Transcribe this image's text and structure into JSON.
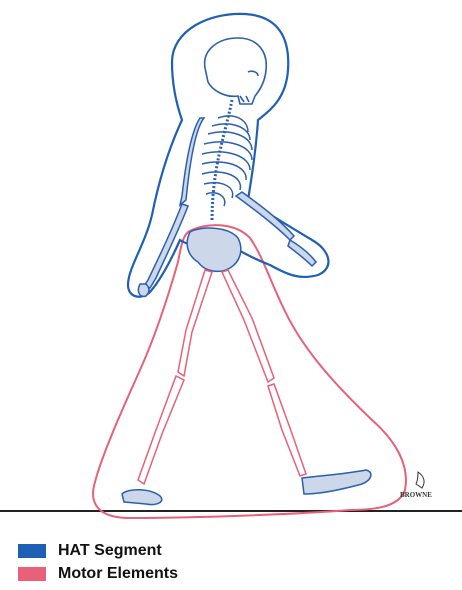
{
  "legend": {
    "items": [
      {
        "label": "HAT Segment",
        "color": "#1f5fb4"
      },
      {
        "label": "Motor Elements",
        "color": "#e8607a"
      }
    ]
  },
  "signature": {
    "text": "BROWNE"
  },
  "colors": {
    "hat_outline": "#1f5fb4",
    "motor_outline": "#e8607a",
    "bone_fill": "#cdd7ea",
    "bone_stroke": "#2a5fb0",
    "ground": "#222222"
  }
}
